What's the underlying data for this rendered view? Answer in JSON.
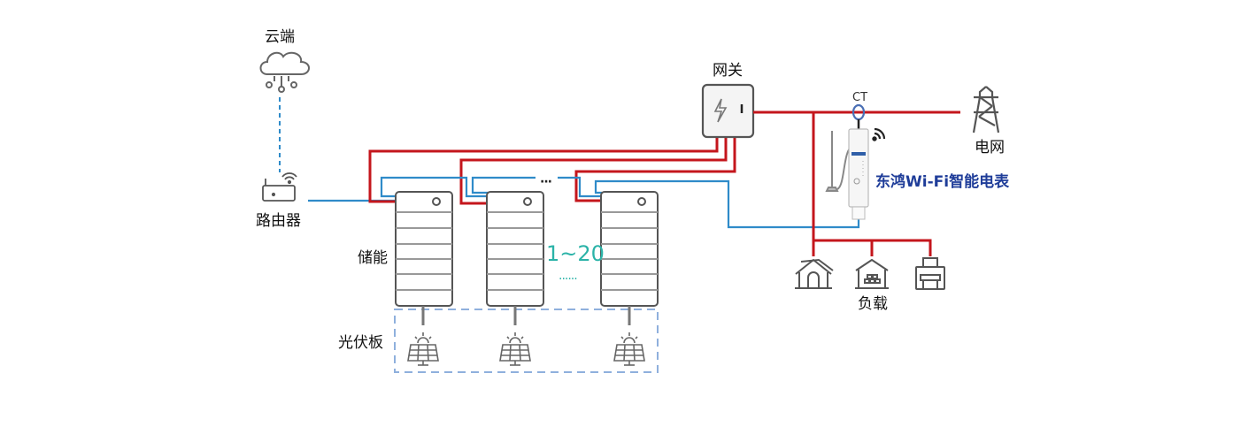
{
  "diagram": {
    "labels": {
      "cloud": "云端",
      "router": "路由器",
      "gateway": "网关",
      "ct": "CT",
      "grid": "电网",
      "meter": "东鸿Wi-Fi智能电表",
      "storage": "储能",
      "pv": "光伏板",
      "load": "负载",
      "count_range": "1~20",
      "ellipsis_top": "···",
      "ellipsis_mid": "······"
    },
    "colors": {
      "power_line": "#c4161c",
      "comm_line": "#2f8bc9",
      "dashed_link": "#2f8bc9",
      "pv_box": "#8fb0dd",
      "icon_stroke": "#555555",
      "meter_label": "#1f3d99",
      "count_text": "#2bb3a8"
    },
    "icons": [
      "cloud-icon",
      "router-icon",
      "wifi-icon",
      "gateway-icon",
      "lightning-icon",
      "ct-ring-icon",
      "smart-meter-icon",
      "antenna-icon",
      "power-tower-icon",
      "house-icon",
      "warehouse-icon",
      "factory-icon",
      "battery-cabinet-icon",
      "solar-panel-icon"
    ],
    "storage_units": 3,
    "pv_panels": 3,
    "loads": [
      "house",
      "warehouse",
      "factory"
    ]
  }
}
